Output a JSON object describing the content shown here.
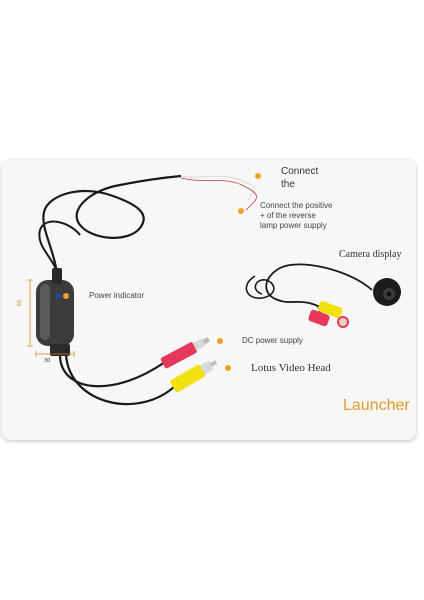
{
  "labels": {
    "connect": "Connect",
    "the": "the",
    "positive_1": "Connect the positive",
    "positive_2": "+ of the reverse",
    "positive_3": "lamp power supply",
    "camera_display": "Camera display",
    "power_indicator": "Power indicator",
    "dc_power": "DC power supply",
    "lotus": "Lotus Video Head",
    "brand": "Launcher"
  },
  "dimensions": {
    "height_mark": "65",
    "width_mark": "30"
  },
  "colors": {
    "marker": "#f0a02a",
    "brand": "#e9982c",
    "plug_red": "#e6385b",
    "plug_yellow": "#f2e10e",
    "cable": "#1a1a1a",
    "module": "#3b3b3b",
    "indicator": "#1f3fbf"
  }
}
